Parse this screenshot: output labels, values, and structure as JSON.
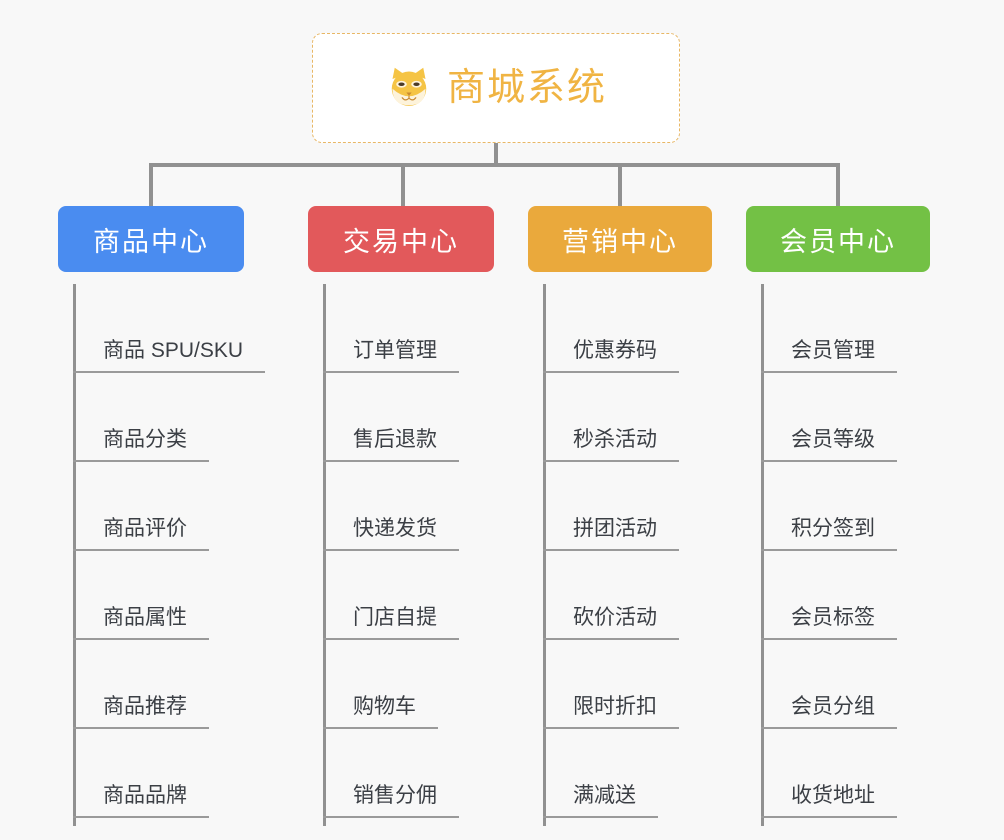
{
  "canvas": {
    "background_color": "#f8f8f8",
    "connector_color": "#919191"
  },
  "root": {
    "title": "商城系统",
    "icon": "shiba-dog-face-icon",
    "text_color": "#f0b443",
    "border_color": "#e8b765",
    "background_color": "#ffffff"
  },
  "branches": [
    {
      "label": "商品中心",
      "color": "#4a8cf0",
      "items": [
        "商品 SPU/SKU",
        "商品分类",
        "商品评价",
        "商品属性",
        "商品推荐",
        "商品品牌"
      ]
    },
    {
      "label": "交易中心",
      "color": "#e2595b",
      "items": [
        "订单管理",
        "售后退款",
        "快递发货",
        "门店自提",
        "购物车",
        "销售分佣"
      ]
    },
    {
      "label": "营销中心",
      "color": "#eaa93c",
      "items": [
        "优惠券码",
        "秒杀活动",
        "拼团活动",
        "砍价活动",
        "限时折扣",
        "满减送"
      ]
    },
    {
      "label": "会员中心",
      "color": "#73c145",
      "items": [
        "会员管理",
        "会员等级",
        "积分签到",
        "会员标签",
        "会员分组",
        "收货地址"
      ]
    }
  ]
}
